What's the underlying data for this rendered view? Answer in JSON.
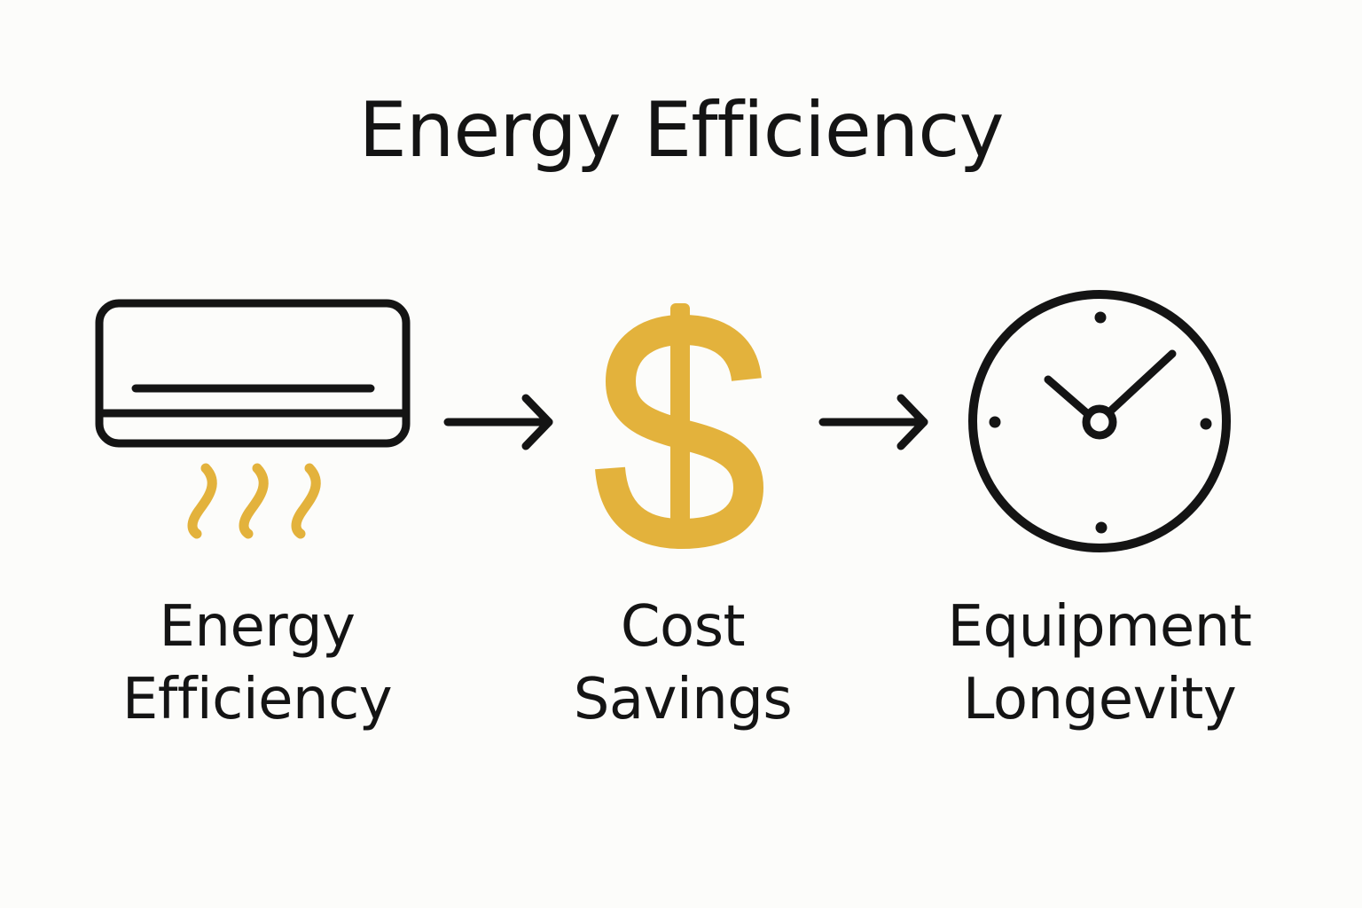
{
  "title": "Energy Efficiency",
  "colors": {
    "background": "#fcfcfa",
    "ink": "#141414",
    "accent": "#e3b23c"
  },
  "steps": [
    {
      "icon": "air-conditioner-icon",
      "label_line1": "Energy",
      "label_line2": "Efficiency"
    },
    {
      "icon": "dollar-sign-icon",
      "label_line1": "Cost",
      "label_line2": "Savings"
    },
    {
      "icon": "clock-icon",
      "label_line1": "Equipment",
      "label_line2": "Longevity"
    }
  ],
  "connectors": [
    {
      "icon": "arrow-right-icon"
    },
    {
      "icon": "arrow-right-icon"
    }
  ]
}
